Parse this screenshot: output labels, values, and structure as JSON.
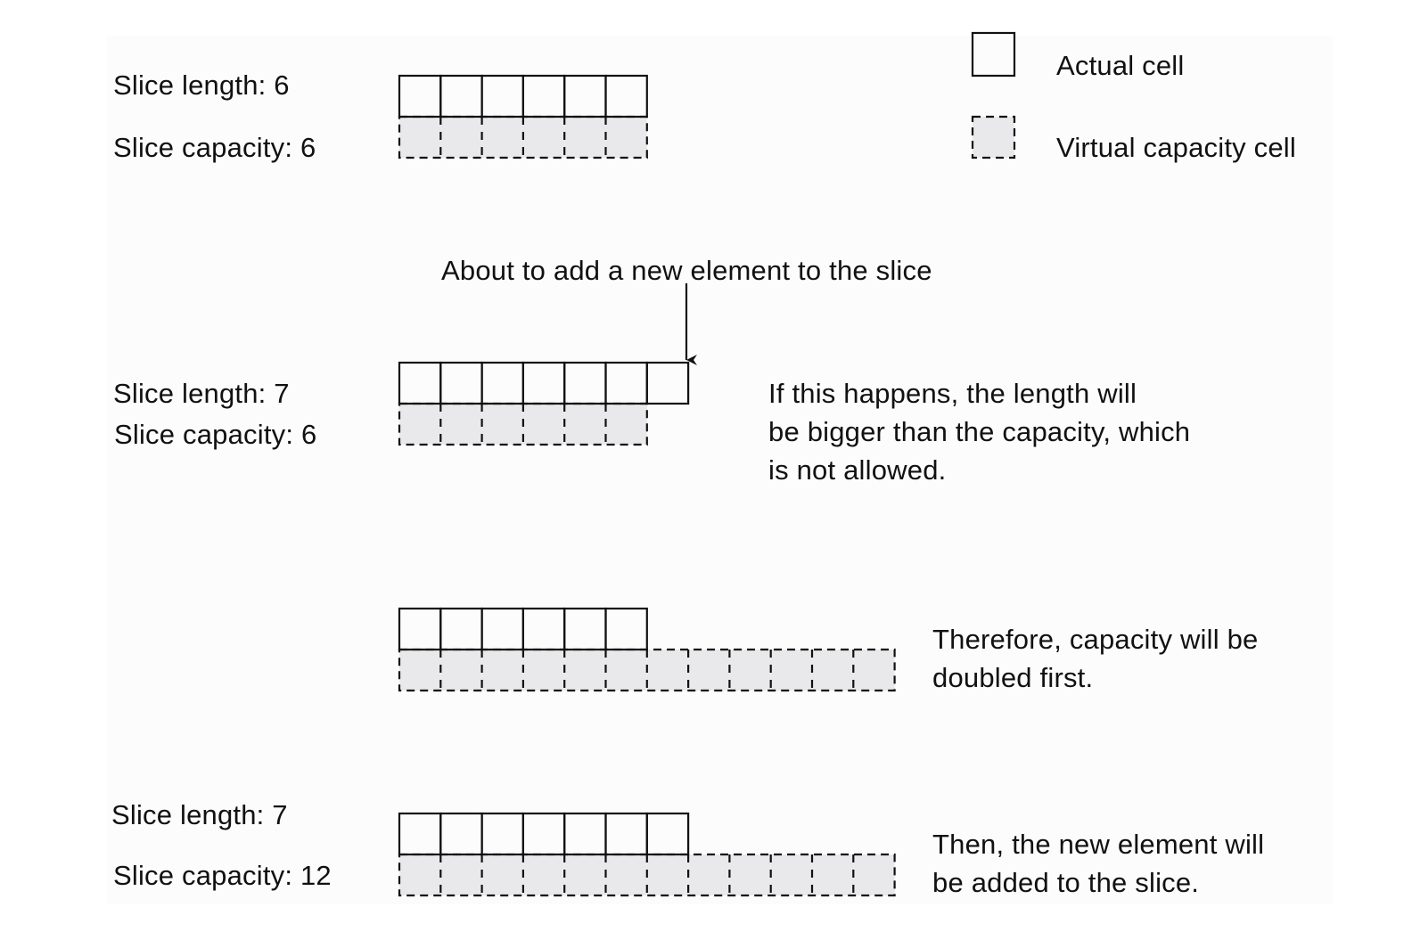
{
  "legend": {
    "actual_label": "Actual cell",
    "virtual_label": "Virtual capacity cell"
  },
  "colors": {
    "capacity_fill": "#e9e9eb",
    "stroke": "#111111"
  },
  "rows": [
    {
      "id": "initial",
      "length_label": "Slice length: 6",
      "capacity_label": "Slice capacity: 6",
      "actual_cells": 6,
      "capacity_cells": 6
    },
    {
      "id": "append-attempt",
      "annotation": "About to add a new element to the slice",
      "length_label": "Slice length: 7",
      "capacity_label": "Slice capacity: 6",
      "actual_cells": 7,
      "capacity_cells": 6,
      "note": [
        "If this happens, the length will",
        "be bigger than the capacity, which",
        "is not allowed."
      ]
    },
    {
      "id": "doubled",
      "actual_cells": 6,
      "capacity_cells": 12,
      "note": [
        "Therefore, capacity will be",
        "doubled first."
      ]
    },
    {
      "id": "final",
      "length_label": "Slice length: 7",
      "capacity_label": "Slice capacity: 12",
      "actual_cells": 7,
      "capacity_cells": 12,
      "note": [
        "Then, the new element will",
        "be added to the slice."
      ]
    }
  ]
}
